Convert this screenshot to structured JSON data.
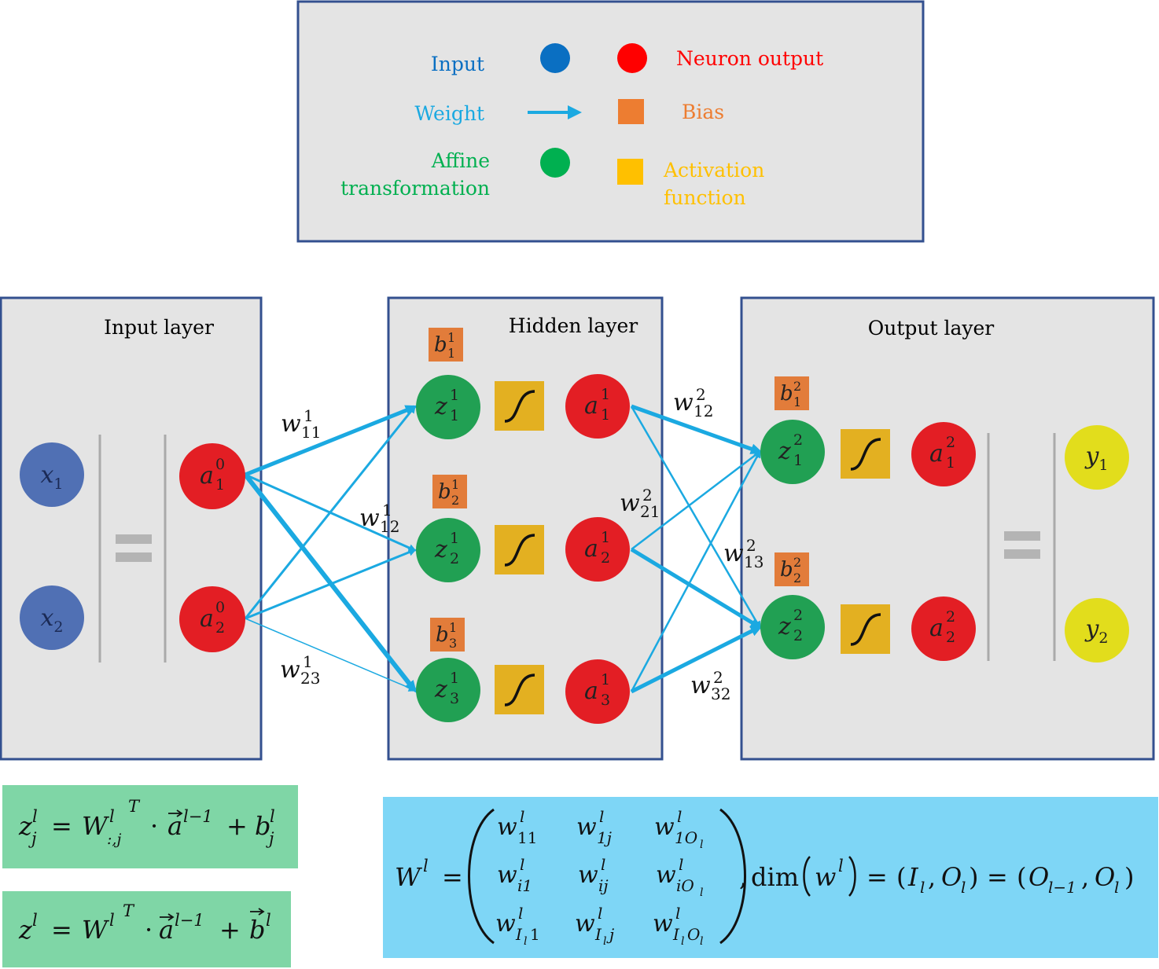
{
  "legend": {
    "input": "Input",
    "neuron_output": "Neuron output",
    "weight": "Weight",
    "bias": "Bias",
    "affine_line1": "Affine",
    "affine_line2": "transformation",
    "activation_line1": "Activation",
    "activation_line2": "function"
  },
  "colors": {
    "input": "#5070b4",
    "input_legend": "#0a6fc2",
    "neuron_output": "#e31e24",
    "neuron_output_legend": "#ff0000",
    "weight": "#1ba9e1",
    "bias": "#e27c3a",
    "bias_legend": "#ed7d31",
    "affine": "#21a053",
    "affine_legend": "#00b050",
    "activation": "#e3b021",
    "activation_legend": "#ffc000",
    "y_output": "#e2dd1c",
    "panel_bg": "#e4e4e4",
    "panel_border": "#33508f",
    "formula_green": "#7fd6a6",
    "formula_blue": "#7ed6f6"
  },
  "layers": {
    "input_title": "Input layer",
    "hidden_title": "Hidden layer",
    "output_title": "Output layer"
  },
  "nodes": {
    "x1": {
      "base": "x",
      "sub": "1"
    },
    "x2": {
      "base": "x",
      "sub": "2"
    },
    "a01": {
      "base": "a",
      "sub": "1",
      "sup": "0"
    },
    "a02": {
      "base": "a",
      "sub": "2",
      "sup": "0"
    },
    "z11": {
      "base": "z",
      "sub": "1",
      "sup": "1"
    },
    "z12": {
      "base": "z",
      "sub": "2",
      "sup": "1"
    },
    "z13": {
      "base": "z",
      "sub": "3",
      "sup": "1"
    },
    "a11": {
      "base": "a",
      "sub": "1",
      "sup": "1"
    },
    "a12": {
      "base": "a",
      "sub": "2",
      "sup": "1"
    },
    "a13": {
      "base": "a",
      "sub": "3",
      "sup": "1"
    },
    "z21": {
      "base": "z",
      "sub": "1",
      "sup": "2"
    },
    "z22": {
      "base": "z",
      "sub": "2",
      "sup": "2"
    },
    "a21": {
      "base": "a",
      "sub": "1",
      "sup": "2"
    },
    "a22": {
      "base": "a",
      "sub": "2",
      "sup": "2"
    },
    "y1": {
      "base": "y",
      "sub": "1"
    },
    "y2": {
      "base": "y",
      "sub": "2"
    }
  },
  "biases": {
    "b11": {
      "base": "b",
      "sub": "1",
      "sup": "1"
    },
    "b12": {
      "base": "b",
      "sub": "2",
      "sup": "1"
    },
    "b13": {
      "base": "b",
      "sub": "3",
      "sup": "1"
    },
    "b21": {
      "base": "b",
      "sub": "1",
      "sup": "2"
    },
    "b22": {
      "base": "b",
      "sub": "2",
      "sup": "2"
    }
  },
  "weights": {
    "w111": {
      "base": "w",
      "sub": "11",
      "sup": "1"
    },
    "w112": {
      "base": "w",
      "sub": "12",
      "sup": "1"
    },
    "w123": {
      "base": "w",
      "sub": "23",
      "sup": "1"
    },
    "w212": {
      "base": "w",
      "sub": "12",
      "sup": "2"
    },
    "w221": {
      "base": "w",
      "sub": "21",
      "sup": "2"
    },
    "w213": {
      "base": "w",
      "sub": "13",
      "sup": "2"
    },
    "w232": {
      "base": "w",
      "sub": "32",
      "sup": "2"
    }
  },
  "formulas": {
    "f1": {
      "z": "z",
      "z_sup": "l",
      "z_sub": "j",
      "eq": "=",
      "W": "W",
      "W_sup": "l",
      "W_sub": ":,j",
      "T": "T",
      "dot": "·",
      "a": "a",
      "a_sup": "l−1",
      "plus": "+",
      "b": "b",
      "b_sup": "l",
      "b_sub": "j"
    },
    "f2": {
      "z": "z",
      "z_sup": "l",
      "eq": "=",
      "W": "W",
      "W_sup": "l",
      "T": "T",
      "dot": "·",
      "a": "a",
      "a_sup": "l−1",
      "plus": "+",
      "b": "b",
      "b_sup": "l"
    },
    "f3": {
      "W": "W",
      "W_sup": "l",
      "eq": "=",
      "matrix": [
        [
          {
            "b": "w",
            "sub": "11",
            "sup": "l"
          },
          {
            "b": "w",
            "sub": "1j",
            "sup": "l"
          },
          {
            "b": "w",
            "sub": "1O",
            "subsub": "l",
            "sup": "l"
          }
        ],
        [
          {
            "b": "w",
            "sub": "i1",
            "sup": "l"
          },
          {
            "b": "w",
            "sub": "ij",
            "sup": "l"
          },
          {
            "b": "w",
            "sub": "iO",
            "subsub": "l",
            "sup": "l"
          }
        ],
        [
          {
            "b": "w",
            "sub": "I",
            "subsub": "l",
            "sub2": "1",
            "sup": "l"
          },
          {
            "b": "w",
            "sub": "I",
            "subsub": "l",
            "sub2": "j",
            "sup": "l"
          },
          {
            "b": "w",
            "sub": "I",
            "subsub": "l",
            "sub2": "O",
            "subsub2": "l",
            "sup": "l"
          }
        ]
      ],
      "comma": ",",
      "dim": "dim",
      "w": "w",
      "w_sup": "l",
      "eq2": "=",
      "I": "I",
      "I_sub": "l",
      "O": "O",
      "O_sub": "l",
      "eq3": "=",
      "O_prev_sub": "l−1"
    }
  }
}
